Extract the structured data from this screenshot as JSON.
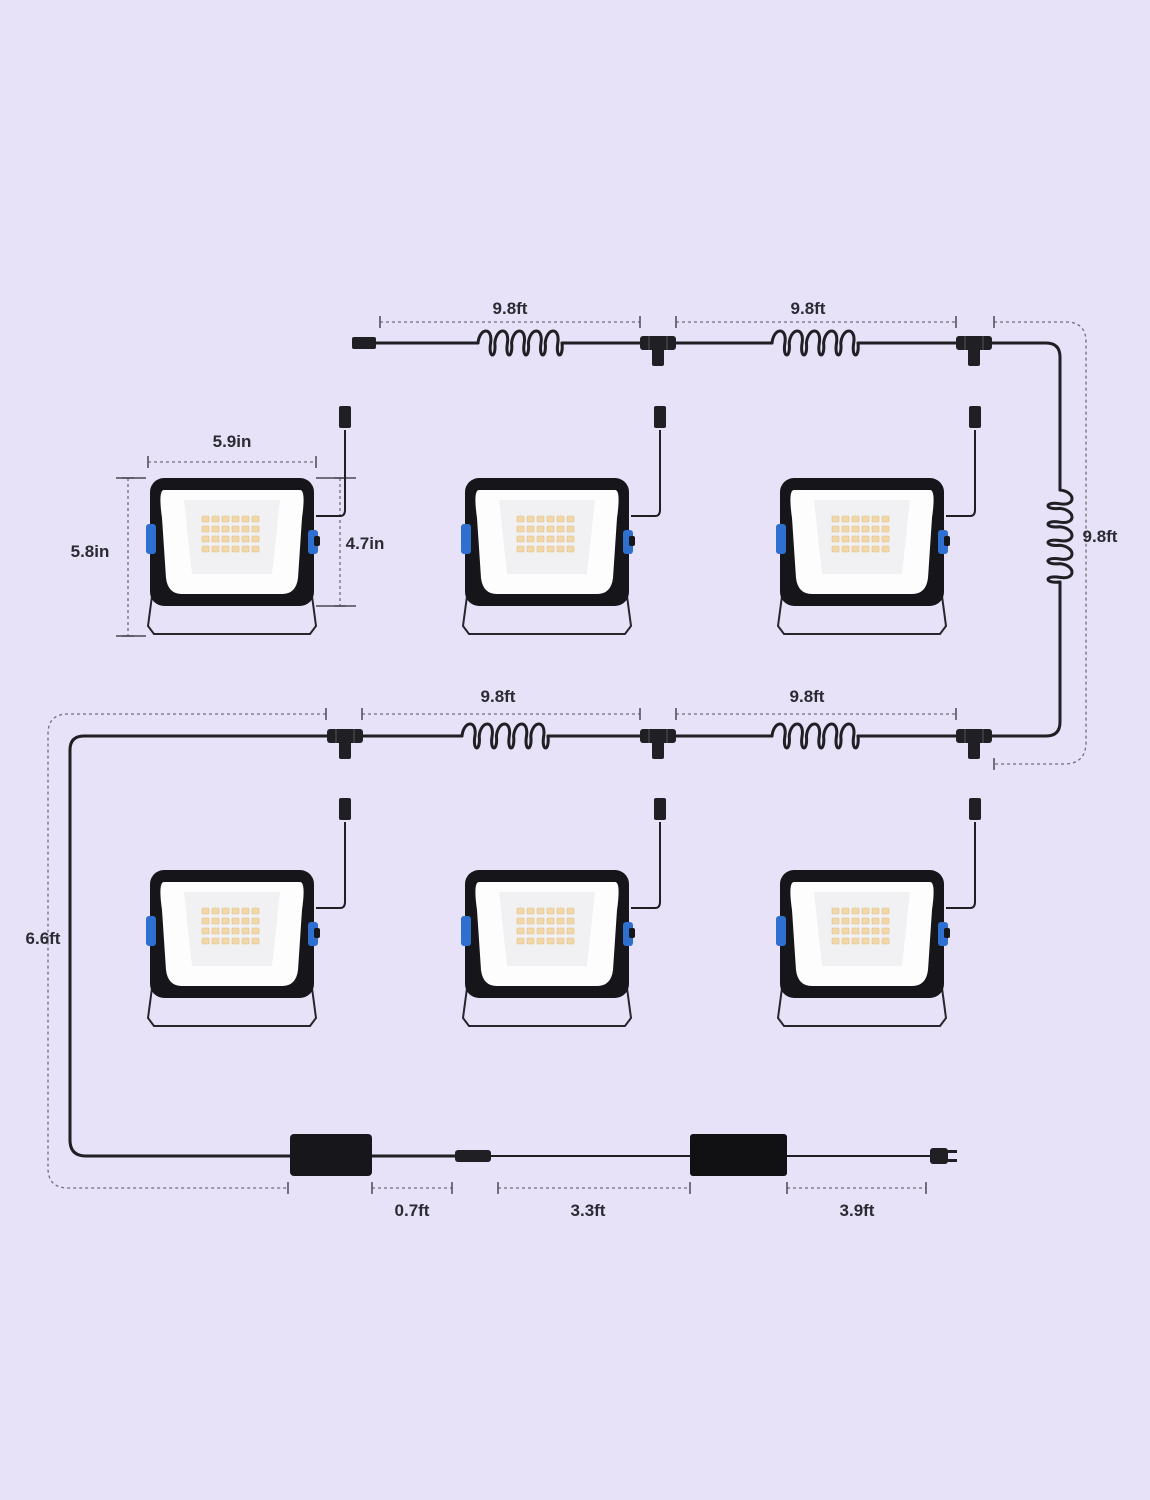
{
  "labels": {
    "top_coil_left": "9.8ft",
    "top_coil_right": "9.8ft",
    "right_coil": "9.8ft",
    "mid_coil_left": "9.8ft",
    "mid_coil_right": "9.8ft",
    "left_lead": "6.6ft",
    "light_width": "5.9in",
    "light_height": "5.8in",
    "panel_height": "4.7in",
    "seg_controller": "0.7ft",
    "seg_adapter_cable": "3.3ft",
    "seg_plug_cable": "3.9ft"
  },
  "colors": {
    "background": "#e7e2f8",
    "cable": "#1f1f24",
    "light_frame": "#16161a",
    "switch_blue": "#2e6fd0",
    "led_warm": "#f2d7a8"
  },
  "icons": {
    "light": "flood-light-icon",
    "connector": "t-connector-icon",
    "plug": "power-plug-icon",
    "adapter": "power-adapter-icon"
  }
}
